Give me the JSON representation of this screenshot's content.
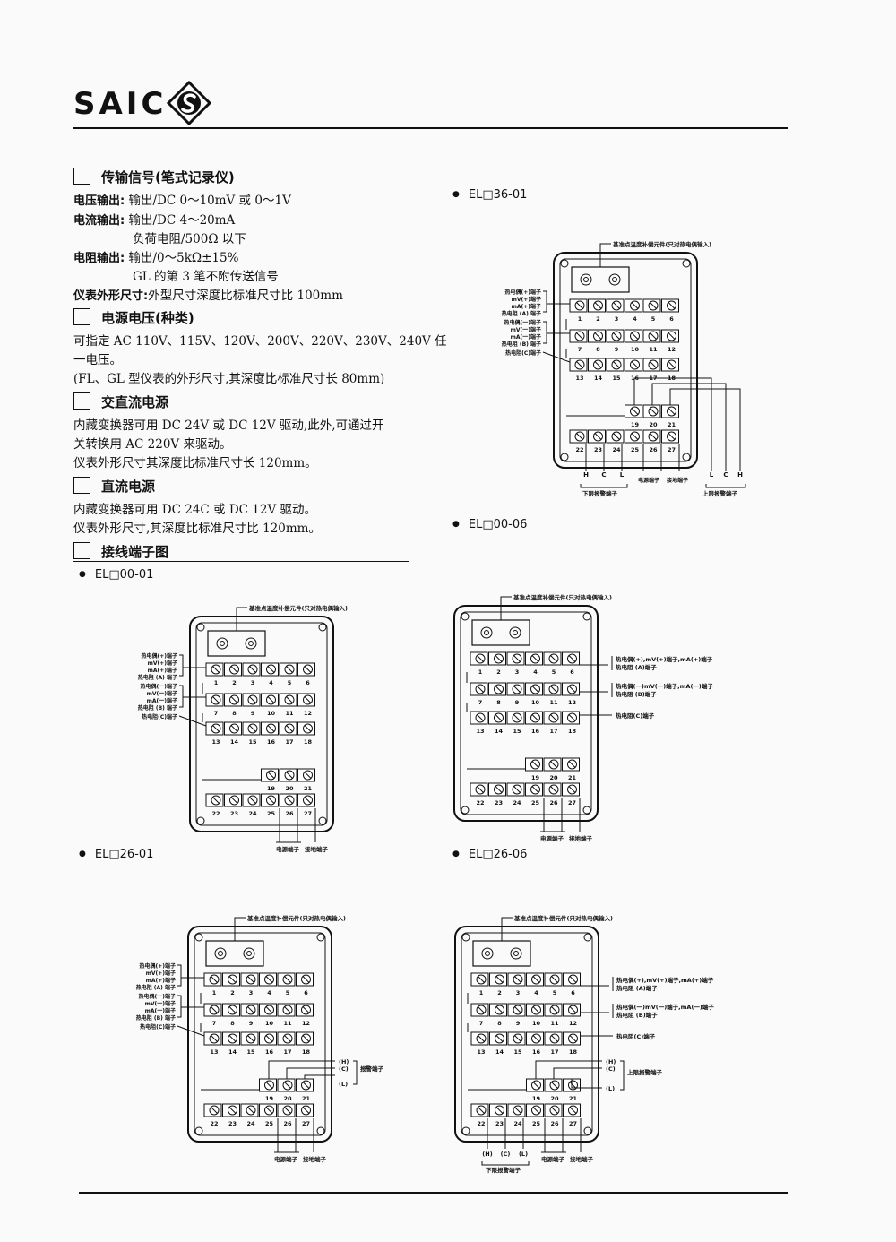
{
  "header": {
    "logo": "SAIC"
  },
  "sections": {
    "transfer": {
      "title": "传输信号(笔式记录仪)",
      "voltage_label": "电压输出:",
      "voltage_text": "输出/DC 0～10mV 或 0～1V",
      "current_label": "电流输出:",
      "current_text": "输出/DC 4～20mA",
      "current_load": "负荷电阻/500Ω 以下",
      "resist_label": "电阻输出:",
      "resist_text": "输出/0～5kΩ±15%",
      "resist_note": "GL 的第 3 笔不附传送信号",
      "dims_label": "仪表外形尺寸:",
      "dims_text": "外型尺寸深度比标准尺寸比 100mm"
    },
    "power": {
      "title": "电源电压(种类)",
      "line1": "可指定 AC 110V、115V、120V、200V、220V、230V、240V 任",
      "line2": "一电压。",
      "line3": "(FL、GL 型仪表的外形尺寸,其深度比标准尺寸长 80mm)"
    },
    "acdc": {
      "title": "交直流电源",
      "line1": "内藏变换器可用 DC 24V 或 DC 12V 驱动,此外,可通过开",
      "line2": "关转换用 AC 220V 来驱动。",
      "line3": "仪表外形尺寸其深度比标准尺寸长 120mm。"
    },
    "dc": {
      "title": "直流电源",
      "line1": "内藏变换器可用 DC 24C 或 DC 12V 驱动。",
      "line2": "仪表外形尺寸,其深度比标准尺寸比 120mm。"
    },
    "terminal": {
      "title": "接线端子图"
    }
  },
  "diagrams": {
    "d1": {
      "caption": "EL□36-01"
    },
    "d2": {
      "caption": "EL□00-01"
    },
    "d3": {
      "caption": "EL□00-06"
    },
    "d4": {
      "caption": "EL□26-01"
    },
    "d5": {
      "caption": "EL□26-06"
    }
  },
  "labels": {
    "cjc": "基准点温度补偿元件(只对热电偶输入)",
    "tc_pos": "热电偶(+)端子",
    "mv_pos": "mV(+)端子",
    "ma_pos": "mA(+)端子",
    "rtd_a": "热电阻 (A) 端子",
    "tc_neg": "热电偶(一)端子",
    "mv_neg": "mV(一)端子",
    "ma_neg": "mA(一)端子",
    "rtd_b": "热电阻 (B) 端子",
    "rtd_c": "热电阻(C)端子",
    "power_term": "电源端子",
    "ground_term": "接地端子",
    "low_alarm": "下限报警端子",
    "high_alarm": "上限报警端子",
    "alarm_term": "报警端子",
    "right_pos": "热电偶(+),mV(+)端子,mA(+)端子",
    "right_neg": "热电偶(一)mV(一)端子,mA(一)端子",
    "right_rtd_a": "热电阻 (A)端子",
    "right_rtd_b": "热电阻 (B)端子",
    "H": "H",
    "C": "C",
    "L": "L",
    "pH": "(H)",
    "pC": "(C)",
    "pL": "(L)"
  },
  "terminals": {
    "row1": [
      "1",
      "2",
      "3",
      "4",
      "5",
      "6"
    ],
    "row2": [
      "7",
      "8",
      "9",
      "10",
      "11",
      "12"
    ],
    "row3": [
      "13",
      "14",
      "15",
      "16",
      "17",
      "18"
    ],
    "row4": [
      "19",
      "20",
      "21"
    ],
    "row5": [
      "22",
      "23",
      "24",
      "25",
      "26",
      "27"
    ]
  }
}
